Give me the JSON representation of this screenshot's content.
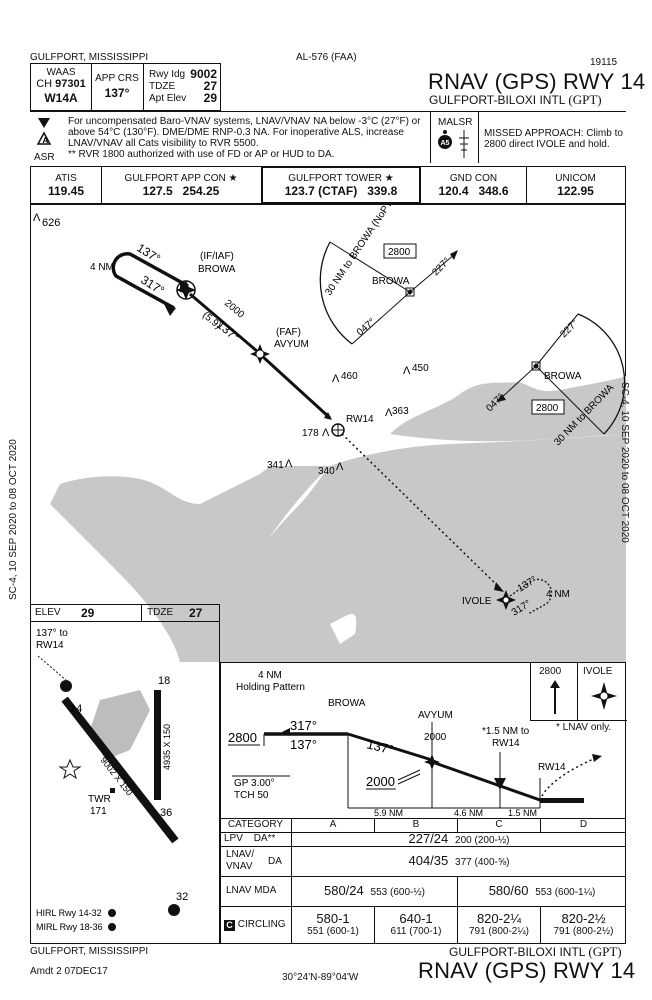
{
  "header": {
    "location_left": "GULFPORT, MISSISSIPPI",
    "chart_id": "AL-576 (FAA)",
    "procedure_no": "19115",
    "title": "RNAV (GPS) RWY 14",
    "airport": "GULFPORT-BILOXI INTL",
    "airport_code": "(GPT)"
  },
  "briefing": {
    "waas_label": "WAAS",
    "ch_label": "CH",
    "ch_value": "97301",
    "waas_id": "W14A",
    "app_crs_label": "APP CRS",
    "app_crs_value": "137°",
    "rwy_idg_label": "Rwy Idg",
    "rwy_idg_value": "9002",
    "tdze_label": "TDZE",
    "tdze_value": "27",
    "apt_elev_label": "Apt Elev",
    "apt_elev_value": "29",
    "notes": [
      "For uncompensated Baro-VNAV systems, LNAV/VNAV NA below -3°C (27°F) or",
      "above 54°C (130°F). DME/DME RNP-0.3 NA. For inoperative ALS, increase",
      "LNAV/VNAV all Cats visibility to RVR 5500.",
      "** RVR 1800 authorized with use of FD or AP or HUD to DA."
    ],
    "asr_label": "ASR",
    "malsr_label": "MALSR",
    "missed_approach": [
      "MISSED APPROACH: Climb to",
      "2800 direct IVOLE and hold."
    ]
  },
  "comms": [
    {
      "name": "ATIS",
      "freq": "119.45"
    },
    {
      "name": "GULFPORT APP CON ★",
      "freq": "127.5   254.25"
    },
    {
      "name": "GULFPORT TOWER ★",
      "freq": "123.7 (CTAF)   339.8"
    },
    {
      "name": "GND CON",
      "freq": "120.4   348.6"
    },
    {
      "name": "UNICOM",
      "freq": "122.95"
    }
  ],
  "planview": {
    "obstacle_626": "626",
    "hold_4nm": "4 NM",
    "crs_137": "137°",
    "crs_317": "317°",
    "iaf_label": "(IF/IAF)",
    "browa": "BROWA",
    "alt_2000": "2000",
    "seg_dist": "(5.9)",
    "seg_crs": "137°",
    "faf_label": "(FAF)",
    "avyum": "AVYUM",
    "rw14": "RW14",
    "elev_178": "178",
    "obs_460": "460",
    "obs_450": "450",
    "obs_363": "363",
    "obs_341": "341",
    "obs_340": "340",
    "taa1_dist": "30 NM to BROWA (NoPT)",
    "taa1_alt": "2800",
    "taa1_browa": "BROWA",
    "taa1_047": "047°",
    "taa1_227": "227°",
    "taa2_dist": "30 NM to BROWA",
    "taa2_alt": "2800",
    "taa2_browa": "BROWA",
    "taa2_047": "047°",
    "taa2_227": "227°",
    "ivole": "IVOLE",
    "ivole_137": "137°",
    "ivole_317": "317°",
    "ivole_4nm": "4 NM",
    "side_left": "SC-4,  10 SEP 2020  to  08 OCT 2020",
    "side_right": "SC-4,  10 SEP 2020  to  08 OCT 2020"
  },
  "airport_diagram": {
    "elev_label": "ELEV",
    "elev_value": "29",
    "tdze_label": "TDZE",
    "tdze_value": "27",
    "note_crs": "137° to",
    "note_rw": "RW14",
    "rwy14": "14",
    "rwy18": "18",
    "rwy32": "32",
    "rwy36": "36",
    "dim_long": "9002 X 150",
    "dim_short": "4935 X 150",
    "twr": "TWR",
    "twr_elev": "171",
    "hirl": "HIRL Rwy 14-32",
    "mirl": "MIRL Rwy 18-36"
  },
  "profile": {
    "hold_label1": "4 NM",
    "hold_label2": "Holding Pattern",
    "browa": "BROWA",
    "avyum": "AVYUM",
    "avyum_alt": "2000",
    "note_15": "*1.5 NM to",
    "note_rw": "RW14",
    "rw14": "RW14",
    "alt_2800": "2800",
    "crs_317": "317°",
    "crs_137a": "137°",
    "crs_137b": "137°",
    "alt_2000": "2000",
    "gp": "GP 3.00°",
    "tch": "TCH 50",
    "dist1": "5.9 NM",
    "dist2": "4.6 NM",
    "dist3": "1.5 NM",
    "ma_alt": "2800",
    "ma_fix": "IVOLE",
    "lnav_only": "* LNAV only."
  },
  "minima": {
    "category_label": "CATEGORY",
    "cats": [
      "A",
      "B",
      "C",
      "D"
    ],
    "lpv_label": "LPV",
    "lpv_da": "DA**",
    "lpv_value": "227/24",
    "lpv_sub": "200 (200-½)",
    "lnavvnav_label1": "LNAV/",
    "lnavvnav_label2": "VNAV",
    "lnavvnav_da": "DA",
    "lnavvnav_value": "404/35",
    "lnavvnav_sub": "377 (400-⅝)",
    "lnav_label": "LNAV MDA",
    "lnav_ab": "580/24",
    "lnav_ab_sub": "553 (600-½)",
    "lnav_cd": "580/60",
    "lnav_cd_sub": "553 (600-1¼)",
    "circling_label": "CIRCLING",
    "circ_a": "580-1",
    "circ_a_sub": "551 (600-1)",
    "circ_b": "640-1",
    "circ_b_sub": "611 (700-1)",
    "circ_c": "820-2¼",
    "circ_c_sub": "791 (800-2¼)",
    "circ_d": "820-2½",
    "circ_d_sub": "791 (800-2½)"
  },
  "footer": {
    "location_left": "GULFPORT, MISSISSIPPI",
    "amdt": "Amdt 2  07DEC17",
    "coords": "30°24'N-89°04'W",
    "airport": "GULFPORT-BILOXI INTL",
    "airport_code": "(GPT)",
    "title": "RNAV (GPS) RWY 14"
  }
}
